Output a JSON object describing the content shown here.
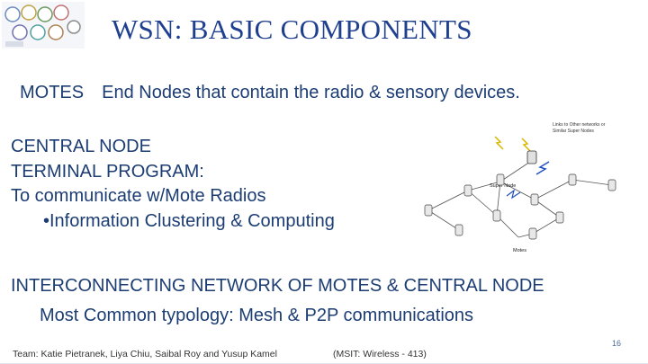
{
  "slide": {
    "title": "WSN: BASIC COMPONENTS",
    "motes": {
      "label": "MOTES",
      "description": "End Nodes that contain the  radio & sensory devices."
    },
    "central": {
      "line1": "CENTRAL NODE",
      "line2": "TERMINAL PROGRAM:",
      "line3": "To communicate w/Mote Radios",
      "bullet": "•Information Clustering & Computing"
    },
    "interconnect": {
      "heading": "INTERCONNECTING NETWORK OF MOTES & CENTRAL NODE",
      "sub": "Most Common typology:  Mesh & P2P communications"
    },
    "footer": {
      "team": "Team: Katie Pietranek, Liya Chiu, Saibal Roy and Yusup Kamel",
      "course": "(MSIT: Wireless - 413)",
      "page_number": "16"
    }
  },
  "diagram": {
    "legend_line1": "Links to Other networks or",
    "legend_line2": "Similar Super Nodes",
    "super_node_label": "Super Node",
    "motes_label": "Motes"
  }
}
